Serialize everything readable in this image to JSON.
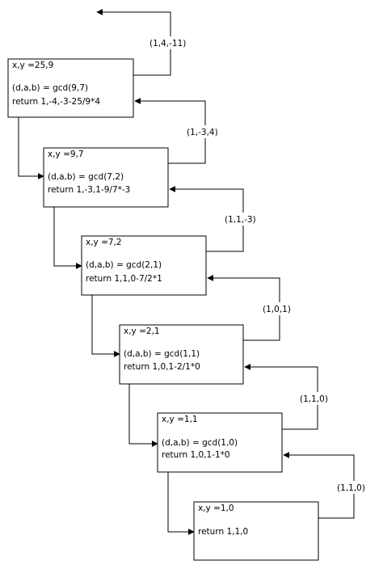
{
  "frames": [
    {
      "header": "x,y =25,9",
      "call": "(d,a,b) = gcd(9,7)",
      "ret": "return 1,-4,-3-25/9*4"
    },
    {
      "header": "x,y =9,7",
      "call": "(d,a,b) = gcd(7,2)",
      "ret": "return 1,-3,1-9/7*-3"
    },
    {
      "header": "x,y =7,2",
      "call": "(d,a,b) = gcd(2,1)",
      "ret": "return 1,1,0-7/2*1"
    },
    {
      "header": "x,y =2,1",
      "call": "(d,a,b) = gcd(1,1)",
      "ret": "return 1,0,1-2/1*0"
    },
    {
      "header": "x,y =1,1",
      "call": "(d,a,b) = gcd(1,0)",
      "ret": "return 1,0,1-1*0"
    },
    {
      "header": "x,y =1,0",
      "ret": "return 1,1,0"
    }
  ],
  "return_values": [
    "(1,4,-11)",
    "(1,-3,4)",
    "(1,1,-3)",
    "(1,0,1)",
    "(1,1,0)",
    "(1,1,0)"
  ]
}
